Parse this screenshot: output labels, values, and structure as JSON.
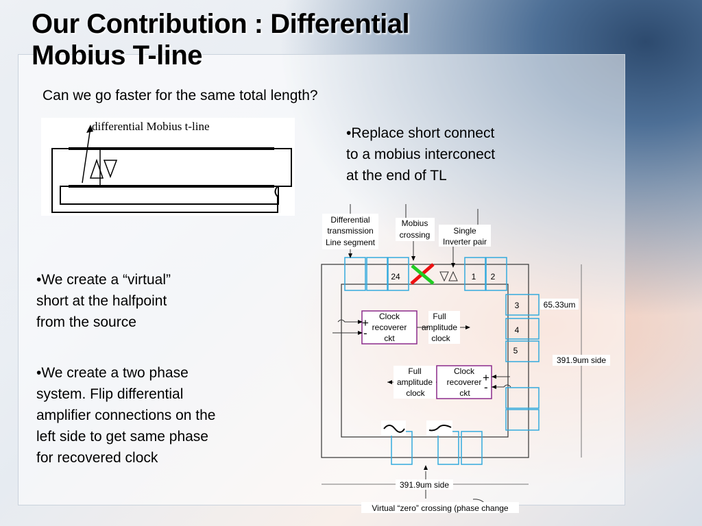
{
  "slide": {
    "title_line1": "Our Contribution : Differential",
    "title_line2": "Mobius T-line",
    "subtitle": "Can we go faster for the same total length?",
    "bullets_right": [
      "•Replace short connect",
      "to a mobius interconect",
      "at the end of TL"
    ],
    "bullet_1": [
      "•We create a “virtual”",
      "short at the halfpoint",
      "from the source"
    ],
    "bullet_2": [
      "•We create a two phase",
      "system. Flip differential",
      "amplifier connections on the",
      "left side to get same phase",
      "for recovered clock"
    ]
  },
  "top_image": {
    "caption": "differential Mobius t-line"
  },
  "diagram": {
    "labels": {
      "diff_tl": [
        "Differential",
        "transmission",
        "Line segment"
      ],
      "mobius": [
        "Mobius",
        "crossing"
      ],
      "inverter": [
        "Single",
        "Inverter pair"
      ],
      "seg_24": "24",
      "seg_1": "1",
      "seg_2": "2",
      "seg_3": "3",
      "seg_4": "4",
      "seg_5": "5",
      "dim_segment": "65.33um",
      "dim_side_right": "391.9um side",
      "dim_side_bottom": "391.9um side",
      "clock_rec_1": [
        "Clock",
        "recoverer",
        "ckt"
      ],
      "full_amp_1": [
        "Full",
        "amplitude",
        "clock"
      ],
      "full_amp_2": [
        "Full",
        "amplitude",
        "clock"
      ],
      "clock_rec_2": [
        "Clock",
        "recoverer",
        "ckt"
      ],
      "plus": "+",
      "minus": "-",
      "virtual_zero": "Virtual “zero” crossing (phase change"
    },
    "colors": {
      "segment": "#33aadd",
      "recoverer": "#8b2a8b",
      "cross_red": "#ee1111",
      "cross_green": "#22cc22",
      "wire": "#333333"
    }
  }
}
